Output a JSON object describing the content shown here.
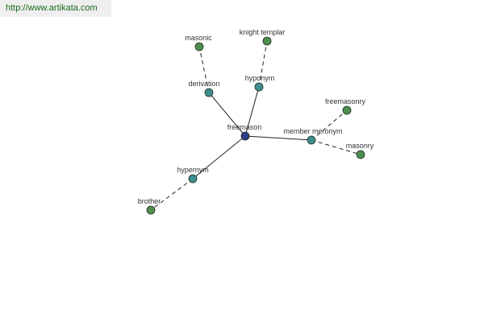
{
  "header": {
    "url": "http://www.artikata.com"
  },
  "colors": {
    "center": "#2e3f8a",
    "relation": "#3e8e8e",
    "leaf": "#4e8e4e",
    "edge": "#222222",
    "url_text": "#1a6b1a",
    "url_bg": "#efefef"
  },
  "graph": {
    "nodes": [
      {
        "id": "freemason",
        "label": "freemason",
        "kind": "center"
      },
      {
        "id": "derivation",
        "label": "derivation",
        "kind": "relation"
      },
      {
        "id": "hyponym",
        "label": "hyponym",
        "kind": "relation"
      },
      {
        "id": "member-meronym",
        "label": "member meronym",
        "kind": "relation"
      },
      {
        "id": "hypernym",
        "label": "hypernym",
        "kind": "relation"
      },
      {
        "id": "masonic",
        "label": "masonic",
        "kind": "leaf"
      },
      {
        "id": "knight-templar",
        "label": "knight templar",
        "kind": "leaf"
      },
      {
        "id": "freemasonry",
        "label": "freemasonry",
        "kind": "leaf"
      },
      {
        "id": "masonry",
        "label": "masonry",
        "kind": "leaf"
      },
      {
        "id": "brother",
        "label": "brother",
        "kind": "leaf"
      }
    ],
    "edges": [
      {
        "from": "freemason",
        "to": "derivation",
        "style": "solid"
      },
      {
        "from": "freemason",
        "to": "hyponym",
        "style": "solid"
      },
      {
        "from": "freemason",
        "to": "member-meronym",
        "style": "solid"
      },
      {
        "from": "freemason",
        "to": "hypernym",
        "style": "solid"
      },
      {
        "from": "derivation",
        "to": "masonic",
        "style": "dashed"
      },
      {
        "from": "hyponym",
        "to": "knight-templar",
        "style": "dashed"
      },
      {
        "from": "member-meronym",
        "to": "freemasonry",
        "style": "dashed"
      },
      {
        "from": "member-meronym",
        "to": "masonry",
        "style": "dashed"
      },
      {
        "from": "hypernym",
        "to": "brother",
        "style": "dashed"
      }
    ]
  }
}
